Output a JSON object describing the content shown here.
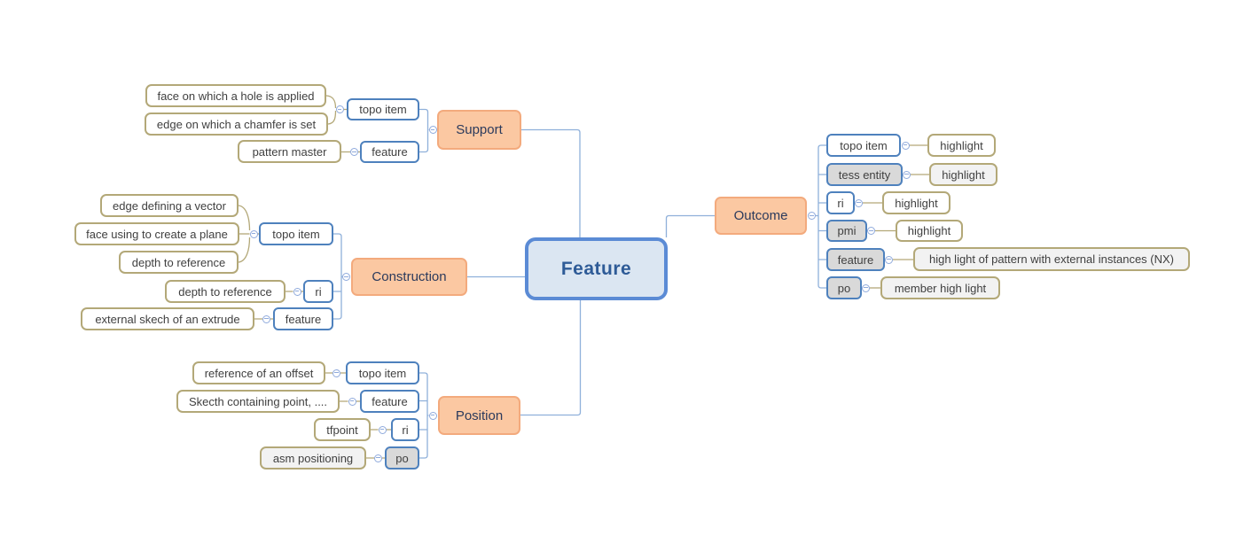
{
  "colors": {
    "root_fill": "#dbe6f2",
    "root_border": "#5b8bd5",
    "root_text": "#2e5b97",
    "branch_fill": "#fbc8a2",
    "branch_border": "#f3aa7d",
    "branch_text": "#2b3a5c",
    "item_border": "#4e81bd",
    "leaf_border": "#b3a878",
    "gray_fill": "#d9d9d9",
    "lightgray_fill": "#f2f2f2",
    "connector_blue": "#8fb0da",
    "connector_tan": "#b3a878",
    "collapse_icon_color": "#8faadc",
    "node_text": "#404040",
    "background": "#ffffff"
  },
  "mindmap": {
    "root": {
      "label": "Feature"
    },
    "branches": {
      "support": {
        "label": "Support",
        "items": {
          "topo_item": {
            "label": "topo item",
            "leaves": [
              "face on which a hole is applied",
              "edge on which a chamfer is set"
            ]
          },
          "feature": {
            "label": "feature",
            "leaves": [
              "pattern master"
            ]
          }
        }
      },
      "construction": {
        "label": "Construction",
        "items": {
          "topo_item": {
            "label": "topo item",
            "leaves": [
              "edge defining a vector",
              "face using to create a plane",
              "depth to reference"
            ]
          },
          "ri": {
            "label": "ri",
            "leaves": [
              "depth to reference"
            ]
          },
          "feature": {
            "label": "feature",
            "leaves": [
              "external skech of an extrude"
            ]
          }
        }
      },
      "position": {
        "label": "Position",
        "items": {
          "topo_item": {
            "label": "topo item",
            "leaves": [
              "reference of an offset"
            ]
          },
          "feature": {
            "label": "feature",
            "leaves": [
              "Skecth containing point, ...."
            ]
          },
          "ri": {
            "label": "ri",
            "leaves": [
              "tfpoint"
            ]
          },
          "po": {
            "label": "po",
            "leaves": [
              "asm positioning"
            ]
          }
        }
      },
      "outcome": {
        "label": "Outcome",
        "items": {
          "topo_item": {
            "label": "topo item",
            "leaves": [
              "highlight"
            ]
          },
          "tess_entity": {
            "label": "tess entity",
            "leaves": [
              "highlight"
            ]
          },
          "ri": {
            "label": "ri",
            "leaves": [
              "highlight"
            ]
          },
          "pmi": {
            "label": "pmi",
            "leaves": [
              "highlight"
            ]
          },
          "feature": {
            "label": "feature",
            "leaves": [
              "high light of pattern with external instances (NX)"
            ]
          },
          "po": {
            "label": "po",
            "leaves": [
              "member high light"
            ]
          }
        }
      }
    },
    "collapse_icon": "minus-circle"
  }
}
